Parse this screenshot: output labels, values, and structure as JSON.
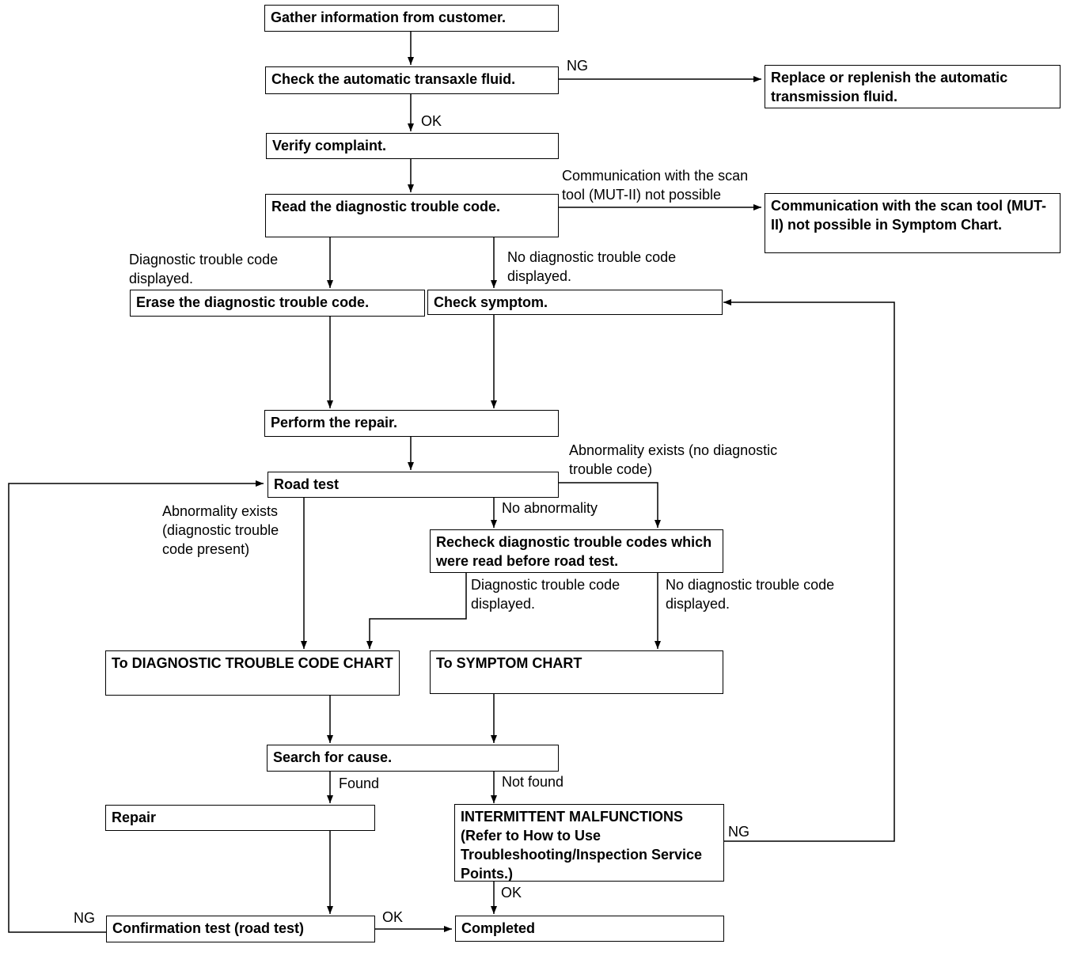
{
  "boxes": {
    "gather": "Gather information from customer.",
    "check_fluid": "Check the automatic transaxle fluid.",
    "replace_fluid": "Replace or replenish the automatic transmission fluid.",
    "verify": "Verify complaint.",
    "read_dtc": "Read the diagnostic trouble code.",
    "comm_chart": "Communication with the scan tool (MUT-II) not possible in Symptom Chart.",
    "erase": "Erase the diagnostic trouble code.",
    "check_symptom": "Check symptom.",
    "perform_repair": "Perform the repair.",
    "road_test": "Road test",
    "recheck": "Recheck diagnostic trouble codes which were read before road test.",
    "to_dtc_chart": "To DIAGNOSTIC TROUBLE CODE CHART",
    "to_symptom_chart": "To SYMPTOM CHART",
    "search": "Search for cause.",
    "repair": "Repair",
    "intermittent": "INTERMITTENT MALFUNCTIONS (Refer to How to Use Troubleshooting/Inspection Service Points.)",
    "confirmation": "Confirmation test (road test)",
    "completed": "Completed"
  },
  "labels": {
    "fluid_ng": "NG",
    "fluid_ok": "OK",
    "comm_not_possible": "Communication with the scan\ntool (MUT-II) not possible",
    "dtc_displayed": "Diagnostic trouble code\ndisplayed.",
    "no_dtc_displayed": "No diagnostic trouble code\ndisplayed.",
    "abn_no_dtc": "Abnormality exists (no diagnostic\ntrouble code)",
    "abn_dtc": "Abnormality exists\n(diagnostic trouble\ncode present)",
    "no_abnormality": "No abnormality",
    "recheck_dtc_displayed": "Diagnostic trouble code\ndisplayed.",
    "recheck_no_dtc": "No diagnostic trouble code\ndisplayed.",
    "found": "Found",
    "not_found": "Not found",
    "intermittent_ng": "NG",
    "intermittent_ok": "OK",
    "confirm_ng": "NG",
    "confirm_ok": "OK"
  }
}
